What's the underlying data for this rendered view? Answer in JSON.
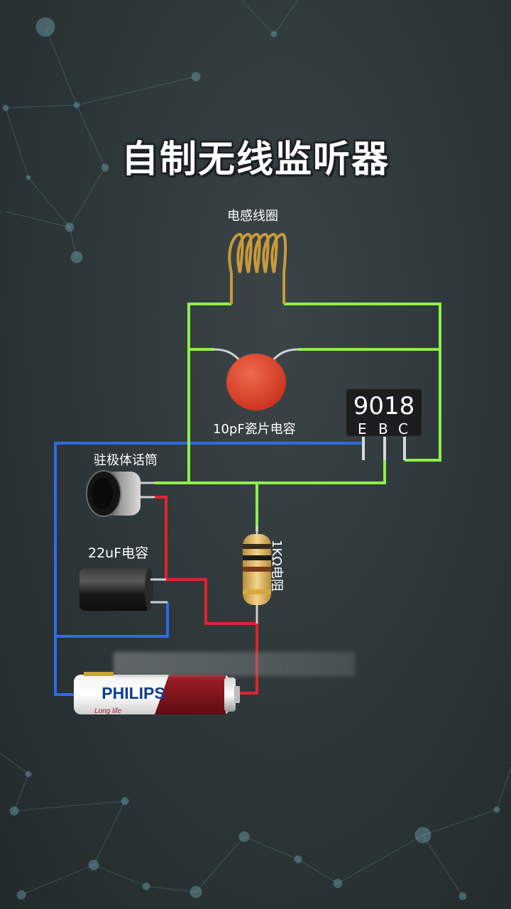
{
  "title": "自制无线监听器",
  "components": {
    "inductor": "电感线圈",
    "capacitor_ceramic": "10pF瓷片电容",
    "transistor": {
      "name": "9018",
      "pins": [
        "E",
        "B",
        "C"
      ]
    },
    "microphone": "驻极体话筒",
    "capacitor_electrolytic": "22uF电容",
    "resistor": "1KΩ电阻",
    "battery_brand": "PHILIPS",
    "battery_sub": "Long life"
  },
  "colors": {
    "wire_green": "#8ef04a",
    "wire_blue": "#2e6be6",
    "wire_red": "#e0242e",
    "ceramic_cap": "#e2452d",
    "coil": "#c99a3a"
  }
}
